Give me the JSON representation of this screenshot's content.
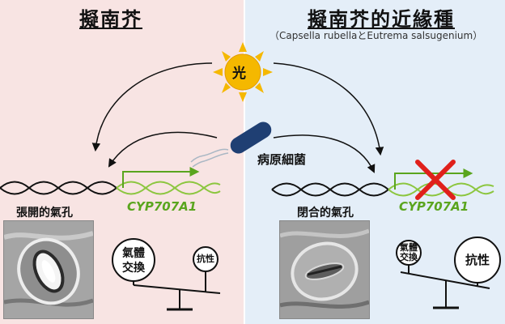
{
  "left": {
    "title": "擬南芥",
    "stomata_label": "張開的氣孔",
    "gene": "CYP707A1",
    "gas_exchange": "氣體交換",
    "resistance": "抗性"
  },
  "right": {
    "title": "擬南芥的近緣種",
    "subtitle": "（Capsella rubellaとEutrema salsugenium）",
    "stomata_label": "閉合的氣孔",
    "gene": "CYP707A1",
    "gas_exchange": "氣體交換",
    "resistance": "抗性"
  },
  "light": "光",
  "pathogen": "病原細菌",
  "colors": {
    "left_bg": "#f8e4e3",
    "right_bg": "#e4eef8",
    "gene_green": "#5aa51e",
    "sun": "#f5b800",
    "cross": "#e0201b",
    "bacterium": "#1f3f73"
  }
}
